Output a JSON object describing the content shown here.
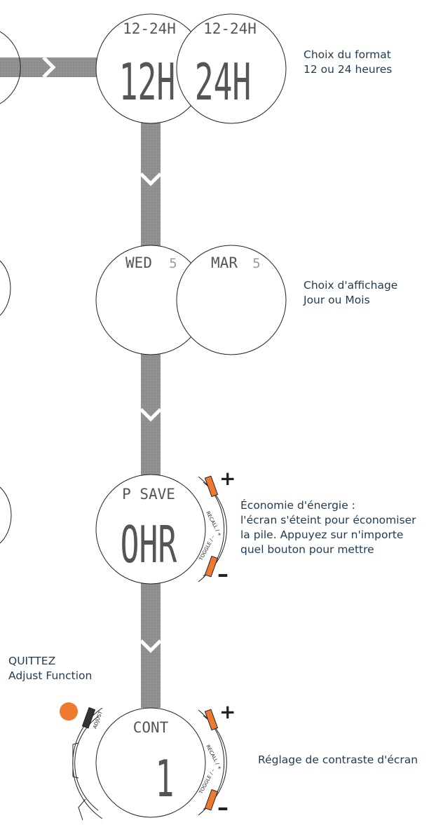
{
  "colors": {
    "arrow": "#8f8f8f",
    "accent": "#ee7a2f",
    "text": "#1f3a52",
    "outline": "#222222"
  },
  "step1": {
    "left_watch": {
      "top": "12-24H",
      "main": "12H"
    },
    "right_watch": {
      "top": "12-24H",
      "main": "24H"
    },
    "caption": [
      "Choix du format",
      "12 ou 24 heures"
    ]
  },
  "step2": {
    "left_watch": {
      "day": "WED",
      "num": "5"
    },
    "right_watch": {
      "month": "MAR",
      "num": "5"
    },
    "caption": [
      "Choix d'affichage",
      "Jour ou Mois"
    ]
  },
  "step3": {
    "watch": {
      "top": "P SAVE",
      "main": "OHR"
    },
    "buttons": {
      "recall": "RECALL / +",
      "toggle": "TOGGLE / –",
      "plus": "+",
      "minus": "–"
    },
    "caption": [
      "Économie d'énergie :",
      "l'écran s'éteint pour économiser",
      "la pile.  Appuyez sur n'importe",
      "quel bouton pour mettre"
    ]
  },
  "step4": {
    "quit_label": [
      "QUITTEZ",
      "Adjust Function"
    ],
    "watch": {
      "top": "CONT",
      "main": "1"
    },
    "buttons": {
      "adjust": "ADJUST",
      "recall": "RECALL / +",
      "toggle": "TOGGLE / –",
      "plus": "+",
      "minus": "–"
    },
    "caption": [
      "Réglage de contraste d'écran"
    ]
  }
}
